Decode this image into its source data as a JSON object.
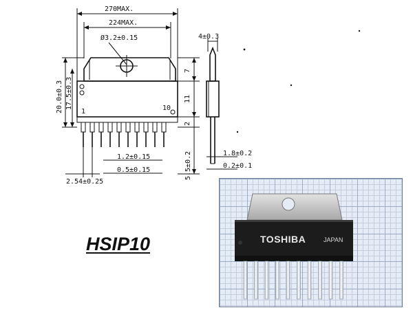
{
  "package_name": "HSIP10",
  "drawing": {
    "dim_overall_width": "270MAX.",
    "dim_tab_width": "224MAX.",
    "dim_hole": "Ø3.2±0.15",
    "dim_thickness": "4±0.3",
    "dim_total_height": "20.0±0.3",
    "dim_body_height": "17.5±0.3",
    "dim_tab_h": "7",
    "dim_body_h": "11",
    "dim_step_h": "2",
    "dim_lead_length": "5.5±0.2",
    "dim_lead_width": "1.2±0.15",
    "dim_lead_width2": "0.5±0.15",
    "dim_pitch": "2.54±0.25",
    "dim_side_a": "1.8±0.2",
    "dim_side_b": "0.2±0.1",
    "pin_first": "1",
    "pin_last": "10"
  },
  "photo": {
    "brand": "TOSHIBA",
    "origin": "JAPAN"
  },
  "colors": {
    "body": "#1c1c1c",
    "tab": "#cfcfcf",
    "grid": "#9aabc7"
  }
}
